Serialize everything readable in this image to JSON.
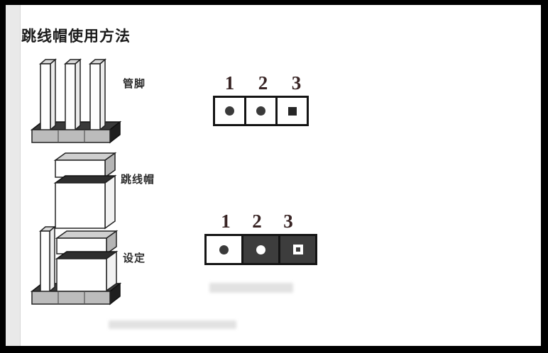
{
  "page": {
    "title": "跳线帽使用方法"
  },
  "legend": {
    "pins_label": "管脚",
    "cap_label": "跳线帽",
    "setting_label": "设定"
  },
  "colors": {
    "frame": "#000000",
    "background": "#ffffff",
    "pin_number_text": "#382424",
    "jumper_filled_cell": "#3d3d3d",
    "outline": "#141414",
    "base_gray": "#bcbcbc",
    "top_face_gray": "#cfcfcf"
  },
  "diagrams": [
    {
      "id": "header-no-cap",
      "pin_numbers": [
        "1",
        "2",
        "3"
      ],
      "cells": [
        {
          "pin": "1",
          "filled": false,
          "hole": "circle"
        },
        {
          "pin": "2",
          "filled": false,
          "hole": "circle"
        },
        {
          "pin": "3",
          "filled": false,
          "hole": "square"
        }
      ]
    },
    {
      "id": "cap-on-pins-2-3",
      "pin_numbers": [
        "1",
        "2",
        "3"
      ],
      "cells": [
        {
          "pin": "1",
          "filled": false,
          "hole": "circle"
        },
        {
          "pin": "2",
          "filled": true,
          "hole": "circle"
        },
        {
          "pin": "3",
          "filled": true,
          "hole": "square"
        }
      ]
    }
  ]
}
